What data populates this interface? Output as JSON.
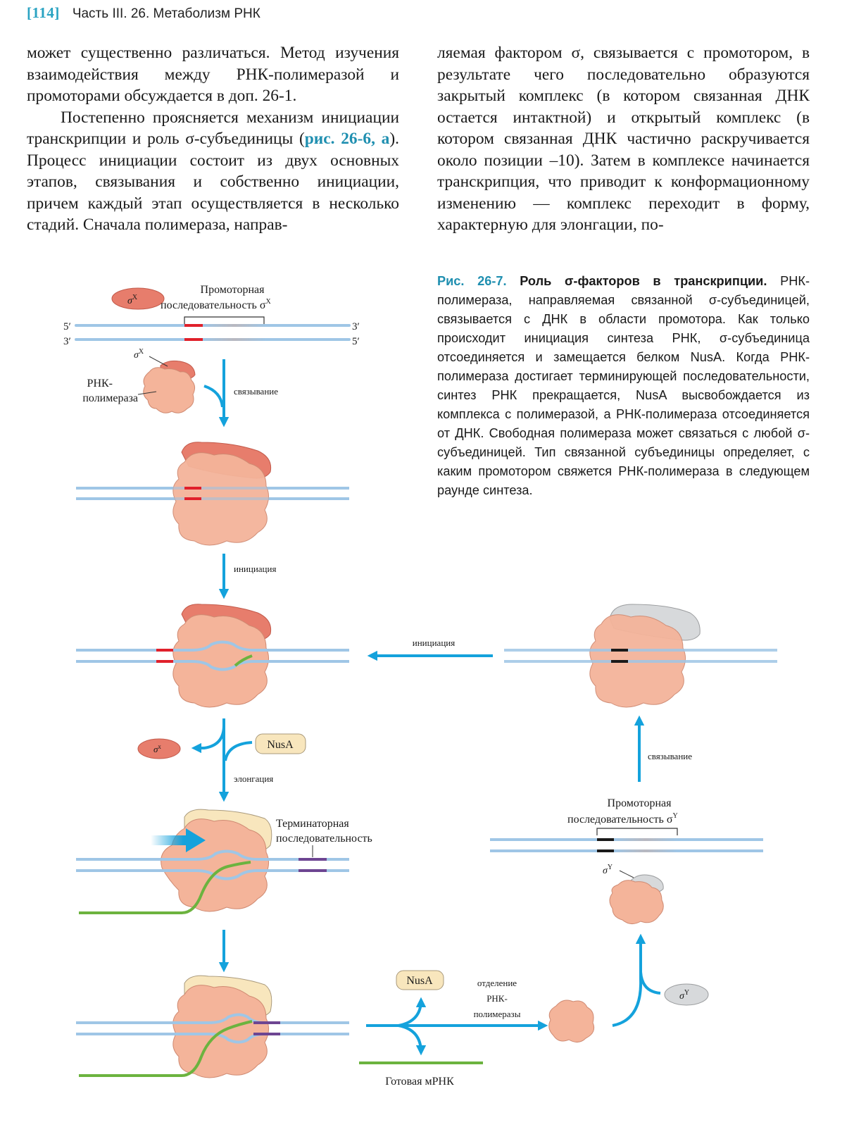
{
  "header": {
    "page_number": "[114]",
    "running_title": "Часть III. 26. Метаболизм РНК"
  },
  "left_column": {
    "para1": "может существенно различаться. Метод изучения взаимодействия между РНК-полимеразой и промоторами обсуждается в доп. 26-1.",
    "para2_before": "Постепенно проясняется механизм инициации транскрипции и роль σ-субъединицы (",
    "para2_ref": "рис. 26-6, а",
    "para2_after": "). Процесс инициации состоит из двух основных этапов, связывания и собственно инициации, причем каждый этап осуществляется в несколько стадий. Сначала полимераза, направ-"
  },
  "right_column": {
    "text": "ляемая фактором σ, связывается с промотором, в результате чего последовательно образуются закрытый комплекс (в котором связанная ДНК остается интактной) и открытый комплекс (в котором связанная ДНК частично раскручивается около позиции –10). Затем в комплексе начинается транскрипция, что приводит к конформационному изменению — комплекс переходит в форму, характерную для элонгации, по-"
  },
  "caption": {
    "label": "Рис. 26-7.",
    "title": "Роль σ-факторов в транскрипции.",
    "body": "РНК-полимераза, направляемая связанной σ-субъединицей, связывается с ДНК в области промотора. Как только происходит инициация синтеза РНК, σ-субъединица отсоединяется и замещается белком NusA. Когда РНК-полимераза достигает терминирующей последовательности, синтез РНК прекращается, NusA высвобождается из комплекса с полимеразой, а РНК-полимераза отсоединяется от ДНК. Свободная полимераза может связаться с любой σ-субъединицей. Тип связанной субъединицы определяет, с каким промотором свяжется РНК-полимераза в следующем раунде синтеза."
  },
  "figure": {
    "sigma_x": "σ",
    "sigma_x_sup": "X",
    "promoter_x_line1": "Промоторная",
    "promoter_x_line2": "последовательность σ",
    "promoter_x_sup": "X",
    "end_5_top": "5′",
    "end_3_top": "3′",
    "end_3_bottom": "3′",
    "end_5_bottom": "5′",
    "sigma_x_pointer": "σ",
    "sigma_x_pointer_sup": "X",
    "rnap_line1": "РНК-",
    "rnap_line2": "полимераза",
    "binding_left": "связывание",
    "initiation_left": "инициация",
    "initiation_right": "инициация",
    "sigma_x_released": "σ",
    "sigma_x_released_sup": "x",
    "nusa_in": "NusA",
    "elongation": "элонгация",
    "terminator_line1": "Терминаторная",
    "terminator_line2": "последовательность",
    "nusa_out": "NusA",
    "release_line1": "отделение",
    "release_line2": "РНК-",
    "release_line3": "полимеразы",
    "mrna": "Готовая мРНК",
    "binding_right": "связывание",
    "promoter_y_line1": "Промоторная",
    "promoter_y_line2": "последовательность σ",
    "promoter_y_sup": "Y",
    "sigma_y_bound": "σ",
    "sigma_y_bound_sup": "Y",
    "sigma_y_free": "σ",
    "sigma_y_free_sup": "Y",
    "colors": {
      "dna": "#9fc6e6",
      "polymerase": "#f4b49a",
      "sigma_x": "#e77d6c",
      "sigma_y": "#d7d9db",
      "nusa": "#f8e6bd",
      "rna": "#6cb33f",
      "promoter_x": "#e0202b",
      "promoter_y": "#1a1a1a",
      "terminator": "#6d4592",
      "arrow": "#14a2dc"
    }
  }
}
